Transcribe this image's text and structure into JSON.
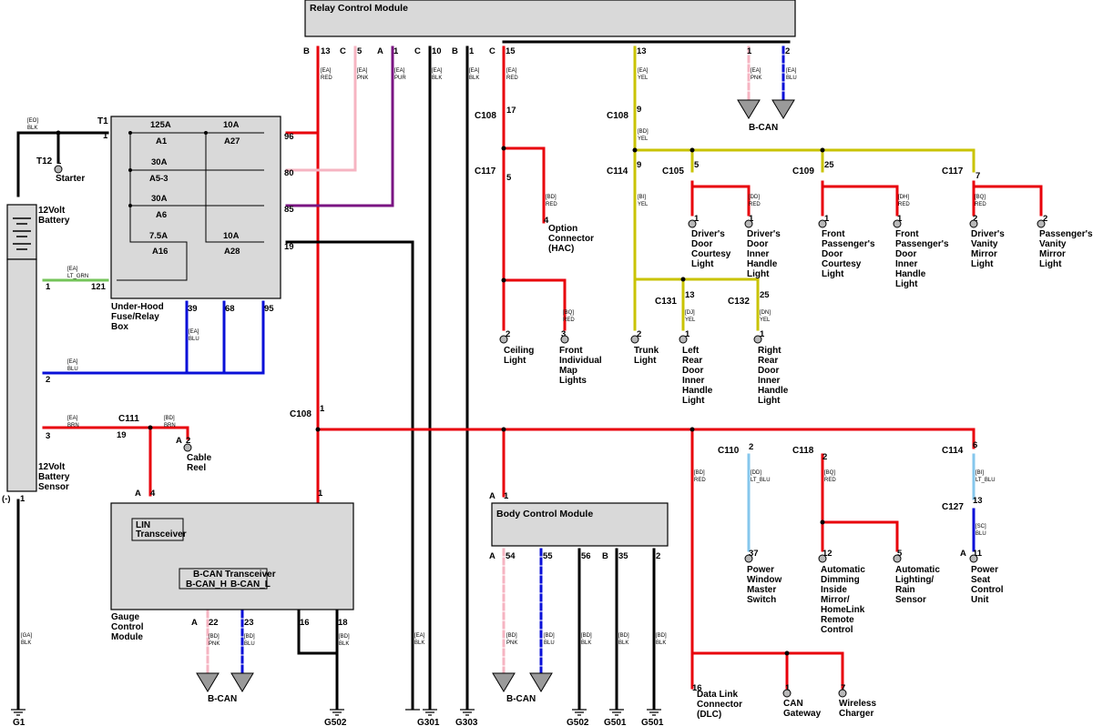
{
  "modules": {
    "rcm": "Relay Control Module",
    "fuse_box": [
      "Under-Hood",
      "Fuse/Relay",
      "Box"
    ],
    "gauge": [
      "Gauge",
      "Control",
      "Module"
    ],
    "bcm": "Body Control Module",
    "battery": [
      "12Volt",
      "Battery"
    ],
    "battery_sensor": [
      "12Volt",
      "Battery",
      "Sensor"
    ],
    "lin": [
      "LIN",
      "Transceiver"
    ],
    "bcan_tr": "B-CAN Transceiver",
    "bcan_h": "B-CAN_H",
    "bcan_l": "B-CAN_L"
  },
  "fuses": [
    {
      "amp": "125A",
      "name": "A1"
    },
    {
      "amp": "10A",
      "name": "A27"
    },
    {
      "amp": "30A",
      "name": "A5-3"
    },
    {
      "amp": "30A",
      "name": "A6"
    },
    {
      "amp": "7.5A",
      "name": "A16"
    },
    {
      "amp": "10A",
      "name": "A28"
    }
  ],
  "wire_codes": {
    "ea_red": [
      "[EA]",
      "RED"
    ],
    "ea_pnk": [
      "[EA]",
      "PNK"
    ],
    "ea_pur": [
      "[EA]",
      "PUR"
    ],
    "ea_blk": [
      "[EA]",
      "BLK"
    ],
    "ea_yel": [
      "[EA]",
      "YEL"
    ],
    "ea_blu": [
      "[EA]",
      "BLU"
    ],
    "eo_blk": [
      "[EO]",
      "BLK"
    ],
    "ea_ltgrn": [
      "[EA]",
      "LT_GRN"
    ],
    "ea_brn": [
      "[EA]",
      "BRN"
    ],
    "bd_brn": [
      "[BD]",
      "BRN"
    ],
    "bd_yel": [
      "[BD]",
      "YEL"
    ],
    "bd_red": [
      "[BD]",
      "RED"
    ],
    "bi_yel": [
      "[BI]",
      "YEL"
    ],
    "dd_red": [
      "[DD]",
      "RED"
    ],
    "dh_red": [
      "[DH]",
      "RED"
    ],
    "bq_red": [
      "[BQ]",
      "RED"
    ],
    "dj_yel": [
      "[DJ]",
      "YEL"
    ],
    "dn_yel": [
      "[DN]",
      "YEL"
    ],
    "ga_blk": [
      "[GA]",
      "BLK"
    ],
    "bd_pnk": [
      "[BD]",
      "PNK"
    ],
    "bd_blu": [
      "[BD]",
      "BLU"
    ],
    "bd_blk": [
      "[BD]",
      "BLK"
    ],
    "dd_ltblu": [
      "[DD]",
      "LT_BLU"
    ],
    "bi_ltblu": [
      "[BI]",
      "LT_BLU"
    ],
    "sc_blu": [
      "[SC]",
      "BLU"
    ]
  },
  "connectors": {
    "c108": "C108",
    "c117": "C117",
    "c114": "C114",
    "c105": "C105",
    "c109": "C109",
    "c131": "C131",
    "c132": "C132",
    "c111": "C111",
    "c110": "C110",
    "c118": "C118",
    "c127": "C127",
    "t1": "T1",
    "t12": "T12"
  },
  "pins": {
    "p13": "13",
    "p5": "5",
    "p1": "1",
    "p10": "10",
    "p15": "15",
    "p2": "2",
    "p17": "17",
    "p9": "9",
    "p25": "25",
    "p7": "7",
    "p4": "4",
    "p3": "3",
    "p96": "96",
    "p80": "80",
    "p85": "85",
    "p19": "19",
    "p121": "121",
    "p39": "39",
    "p68": "68",
    "p95": "95",
    "p22": "22",
    "p23": "23",
    "p16": "16",
    "p18": "18",
    "p54": "54",
    "p55": "55",
    "p56": "56",
    "p35": "35",
    "p6": "6",
    "p11": "11",
    "p12": "12",
    "p37": "37",
    "A": "A",
    "B": "B",
    "C": "C",
    "neg": "(-)"
  },
  "components": {
    "starter": "Starter",
    "option_conn": [
      "Option",
      "Connector",
      "(HAC)"
    ],
    "ceiling": [
      "Ceiling",
      "Light"
    ],
    "front_map": [
      "Front",
      "Individual",
      "Map",
      "Lights"
    ],
    "trunk": [
      "Trunk",
      "Light"
    ],
    "lr_door": [
      "Left",
      "Rear",
      "Door",
      "Inner",
      "Handle",
      "Light"
    ],
    "rr_door": [
      "Right",
      "Rear",
      "Door",
      "Inner",
      "Handle",
      "Light"
    ],
    "dr_courtesy": [
      "Driver's",
      "Door",
      "Courtesy",
      "Light"
    ],
    "dr_inner": [
      "Driver's",
      "Door",
      "Inner",
      "Handle",
      "Light"
    ],
    "fp_courtesy": [
      "Front",
      "Passenger's",
      "Door",
      "Courtesy",
      "Light"
    ],
    "fp_inner": [
      "Front",
      "Passenger's",
      "Door",
      "Inner",
      "Handle",
      "Light"
    ],
    "dr_vanity": [
      "Driver's",
      "Vanity",
      "Mirror",
      "Light"
    ],
    "pass_vanity": [
      "Passenger's",
      "Vanity",
      "Mirror",
      "Light"
    ],
    "cable_reel": [
      "Cable",
      "Reel"
    ],
    "pw_switch": [
      "Power",
      "Window",
      "Master",
      "Switch"
    ],
    "auto_dim": [
      "Automatic",
      "Dimming",
      "Inside",
      "Mirror/",
      "HomeLink",
      "Remote",
      "Control"
    ],
    "auto_light": [
      "Automatic",
      "Lighting/",
      "Rain",
      "Sensor"
    ],
    "power_seat": [
      "Power",
      "Seat",
      "Control",
      "Unit"
    ],
    "dlc": [
      "Data Link",
      "Connector",
      "(DLC)"
    ],
    "can_gw": [
      "CAN",
      "Gateway"
    ],
    "wireless": [
      "Wireless",
      "Charger"
    ]
  },
  "grounds": {
    "g1": "G1",
    "g502": "G502",
    "g301": "G301",
    "g303": "G303",
    "g501": "G501"
  },
  "bcan": "B-CAN",
  "colors": {
    "red": "#e8000b",
    "black": "#000000",
    "blue": "#0a10d8",
    "pink": "#f6b4c2",
    "purple": "#7a1482",
    "yellow": "#c9c300",
    "light_blue": "#86c7ec",
    "light_green": "#74c45a",
    "brown": "#c00000",
    "box_fill": "#d9d9d9"
  }
}
